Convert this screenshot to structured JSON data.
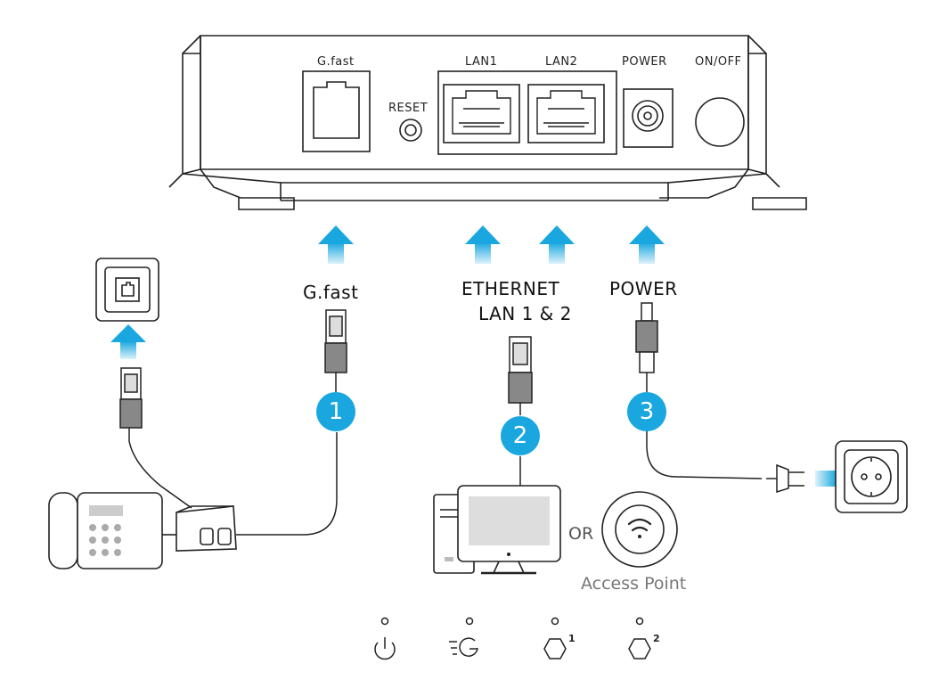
{
  "ports": {
    "gfast": "G.fast",
    "reset": "RESET",
    "lan1": "LAN1",
    "lan2": "LAN2",
    "power": "POWER",
    "onoff": "ON/OFF"
  },
  "cables": {
    "gfast": "G.fast",
    "ethernet_line1": "ETHERNET",
    "ethernet_line2": "LAN 1 & 2",
    "power": "POWER"
  },
  "steps": {
    "one": "1",
    "two": "2",
    "three": "3"
  },
  "devices": {
    "or": "OR",
    "access_point": "Access Point"
  },
  "leds": {
    "lan1_index": "1",
    "lan2_index": "2"
  },
  "colors": {
    "accent": "#1aa7e0",
    "line": "#222222"
  }
}
